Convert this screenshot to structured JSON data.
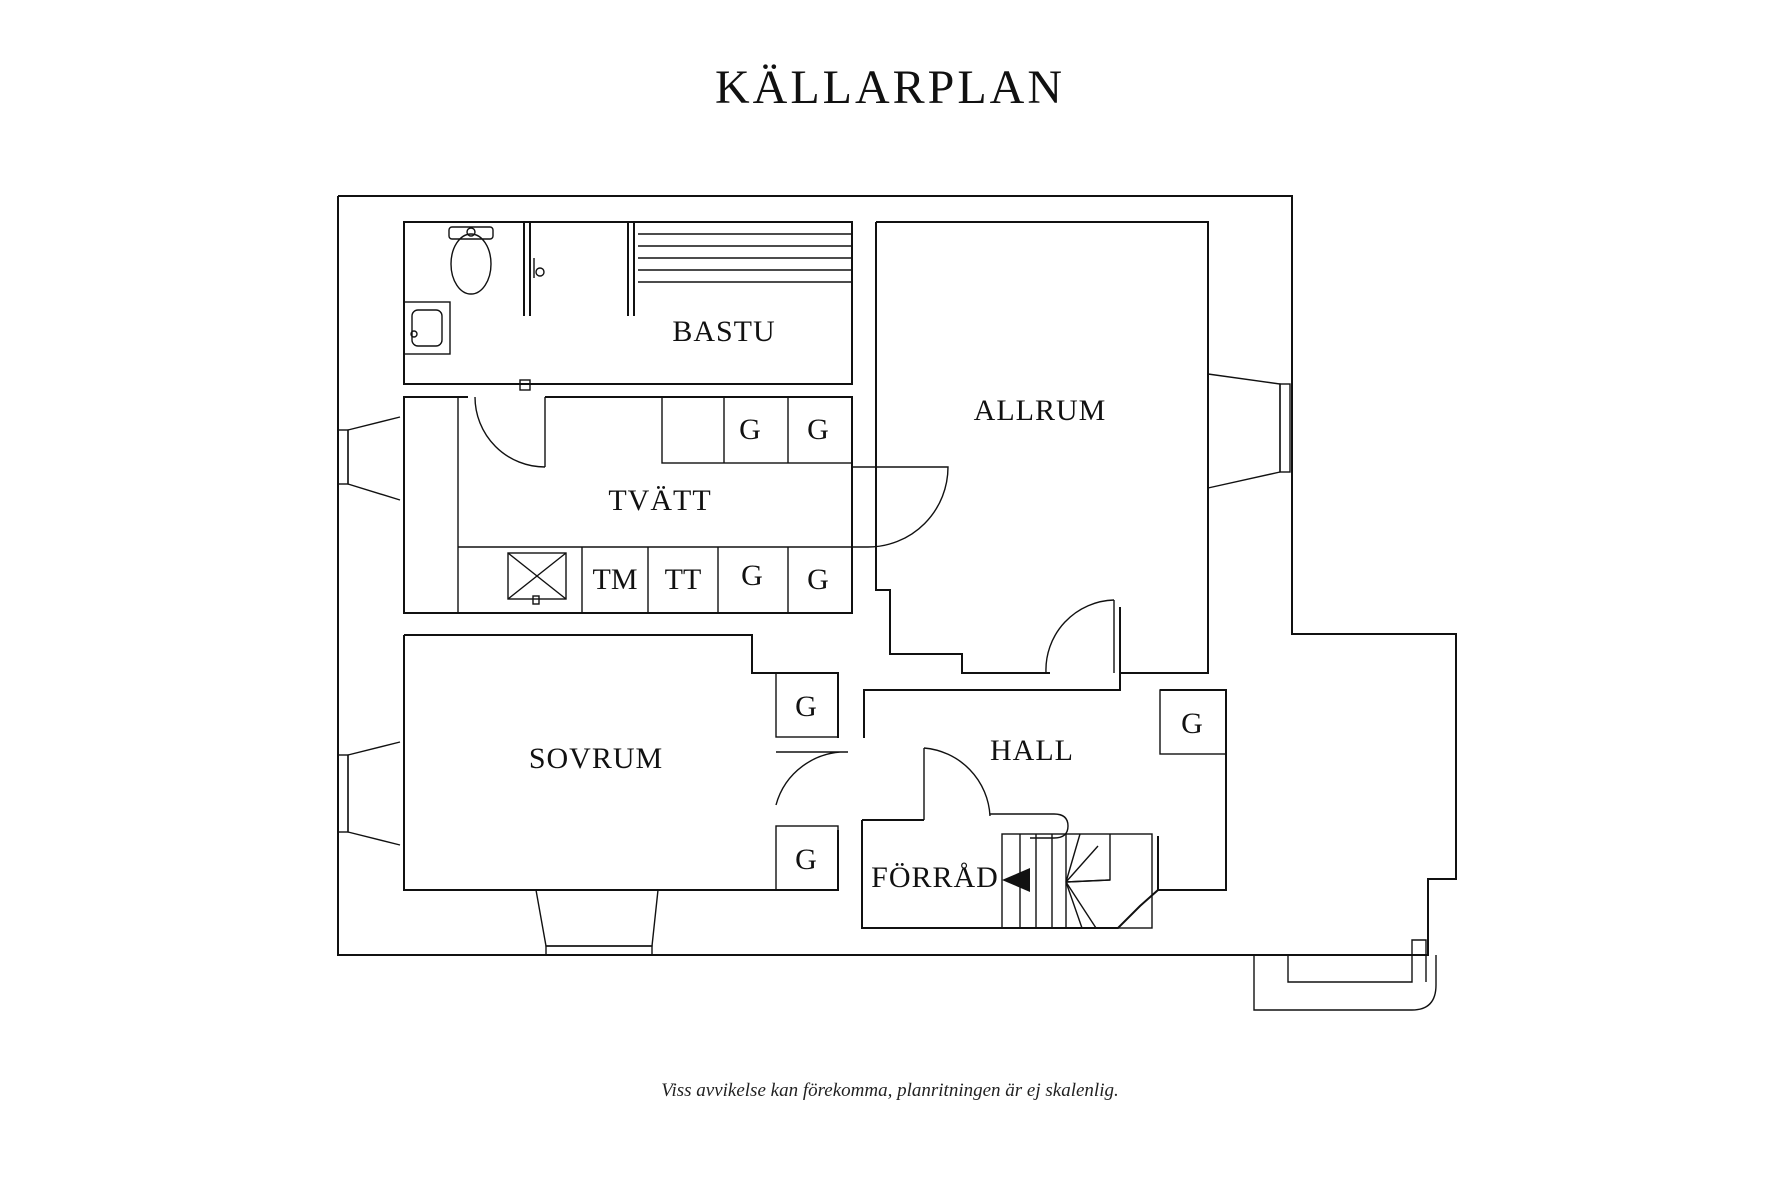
{
  "title": "KÄLLARPLAN",
  "disclaimer": "Viss avvikelse kan förekomma, planritningen är ej skalenlig.",
  "rooms": {
    "bastu": "BASTU",
    "allrum": "ALLRUM",
    "tvatt": "TVÄTT",
    "sovrum": "SOVRUM",
    "hall": "HALL",
    "forrad": "FÖRRÅD"
  },
  "fixtures": {
    "garderob": "G",
    "tvattmaskin": "TM",
    "torktumlare": "TT"
  }
}
